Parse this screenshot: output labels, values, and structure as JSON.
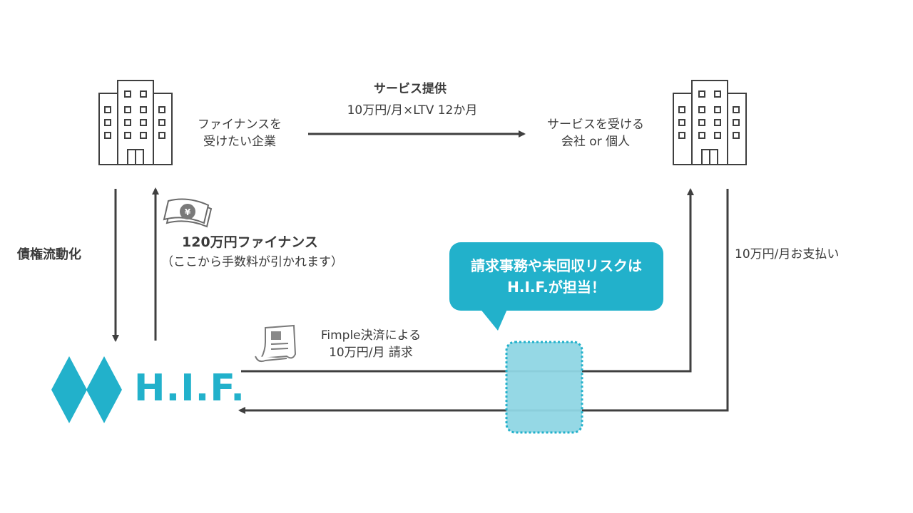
{
  "colors": {
    "accent": "#22b1cb",
    "highlight": "#8fd6e4",
    "arrow": "#3f3f3f",
    "text": "#3a3a3a"
  },
  "left_company": {
    "line1": "ファイナンスを",
    "line2": "受けたい企業",
    "icon": "building-icon"
  },
  "right_customer": {
    "line1": "サービスを受ける",
    "line2": "会社 or 個人",
    "icon": "building-icon"
  },
  "service": {
    "title": "サービス提供",
    "price": "10万円/月×LTV 12か月"
  },
  "left_flow": {
    "label": "債権流動化"
  },
  "finance": {
    "amount": "120万円ファイナンス",
    "note": "（ここから手数料が引かれます）",
    "icon": "yen-banknote-icon"
  },
  "payment": {
    "label": "10万円/月お支払い"
  },
  "billing": {
    "line1": "Fimple決済による",
    "line2": "10万円/月 請求",
    "icon": "invoice-scroll-icon"
  },
  "callout": {
    "line1": "請求事務や未回収リスクは",
    "line2": "H.I.F.が担当！"
  },
  "hif": {
    "logo_text": "H.I.F."
  }
}
